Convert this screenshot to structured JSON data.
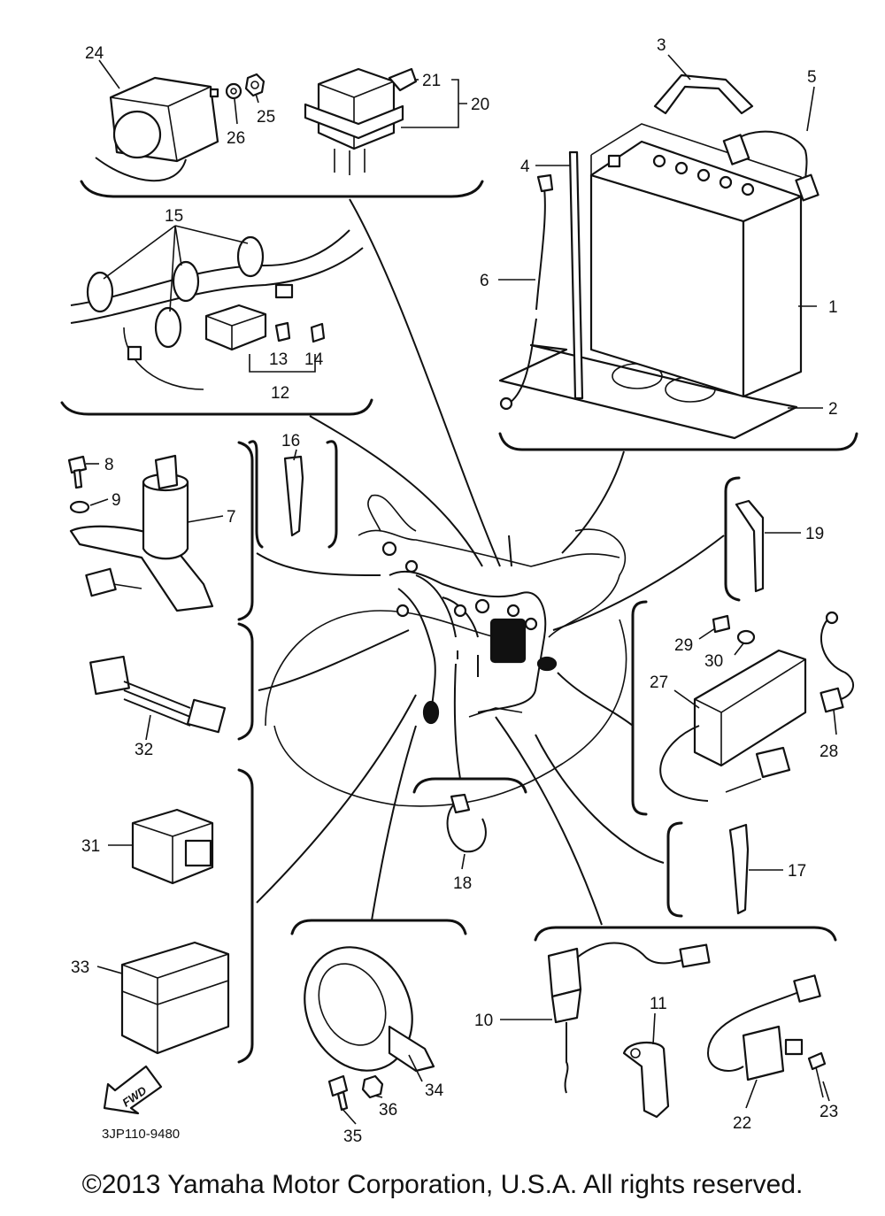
{
  "diagram": {
    "callouts": [
      {
        "id": "1",
        "text": "1"
      },
      {
        "id": "2",
        "text": "2"
      },
      {
        "id": "3",
        "text": "3"
      },
      {
        "id": "4",
        "text": "4"
      },
      {
        "id": "5",
        "text": "5"
      },
      {
        "id": "6",
        "text": "6"
      },
      {
        "id": "7",
        "text": "7"
      },
      {
        "id": "8",
        "text": "8"
      },
      {
        "id": "9",
        "text": "9"
      },
      {
        "id": "10",
        "text": "10"
      },
      {
        "id": "11",
        "text": "11"
      },
      {
        "id": "12",
        "text": "12"
      },
      {
        "id": "13",
        "text": "13"
      },
      {
        "id": "14",
        "text": "14"
      },
      {
        "id": "15",
        "text": "15"
      },
      {
        "id": "16",
        "text": "16"
      },
      {
        "id": "17",
        "text": "17"
      },
      {
        "id": "18",
        "text": "18"
      },
      {
        "id": "19",
        "text": "19"
      },
      {
        "id": "20",
        "text": "20"
      },
      {
        "id": "21",
        "text": "21"
      },
      {
        "id": "22",
        "text": "22"
      },
      {
        "id": "23",
        "text": "23"
      },
      {
        "id": "24",
        "text": "24"
      },
      {
        "id": "25",
        "text": "25"
      },
      {
        "id": "26",
        "text": "26"
      },
      {
        "id": "27",
        "text": "27"
      },
      {
        "id": "28",
        "text": "28"
      },
      {
        "id": "29",
        "text": "29"
      },
      {
        "id": "30",
        "text": "30"
      },
      {
        "id": "31",
        "text": "31"
      },
      {
        "id": "32",
        "text": "32"
      },
      {
        "id": "33",
        "text": "33"
      },
      {
        "id": "34",
        "text": "34"
      },
      {
        "id": "35",
        "text": "35"
      },
      {
        "id": "36",
        "text": "36"
      }
    ],
    "fwd_label": "FWD",
    "drawing_number": "3JP110-9480"
  },
  "footer": {
    "copyright": "©2013 Yamaha Motor Corporation, U.S.A. All rights reserved."
  }
}
